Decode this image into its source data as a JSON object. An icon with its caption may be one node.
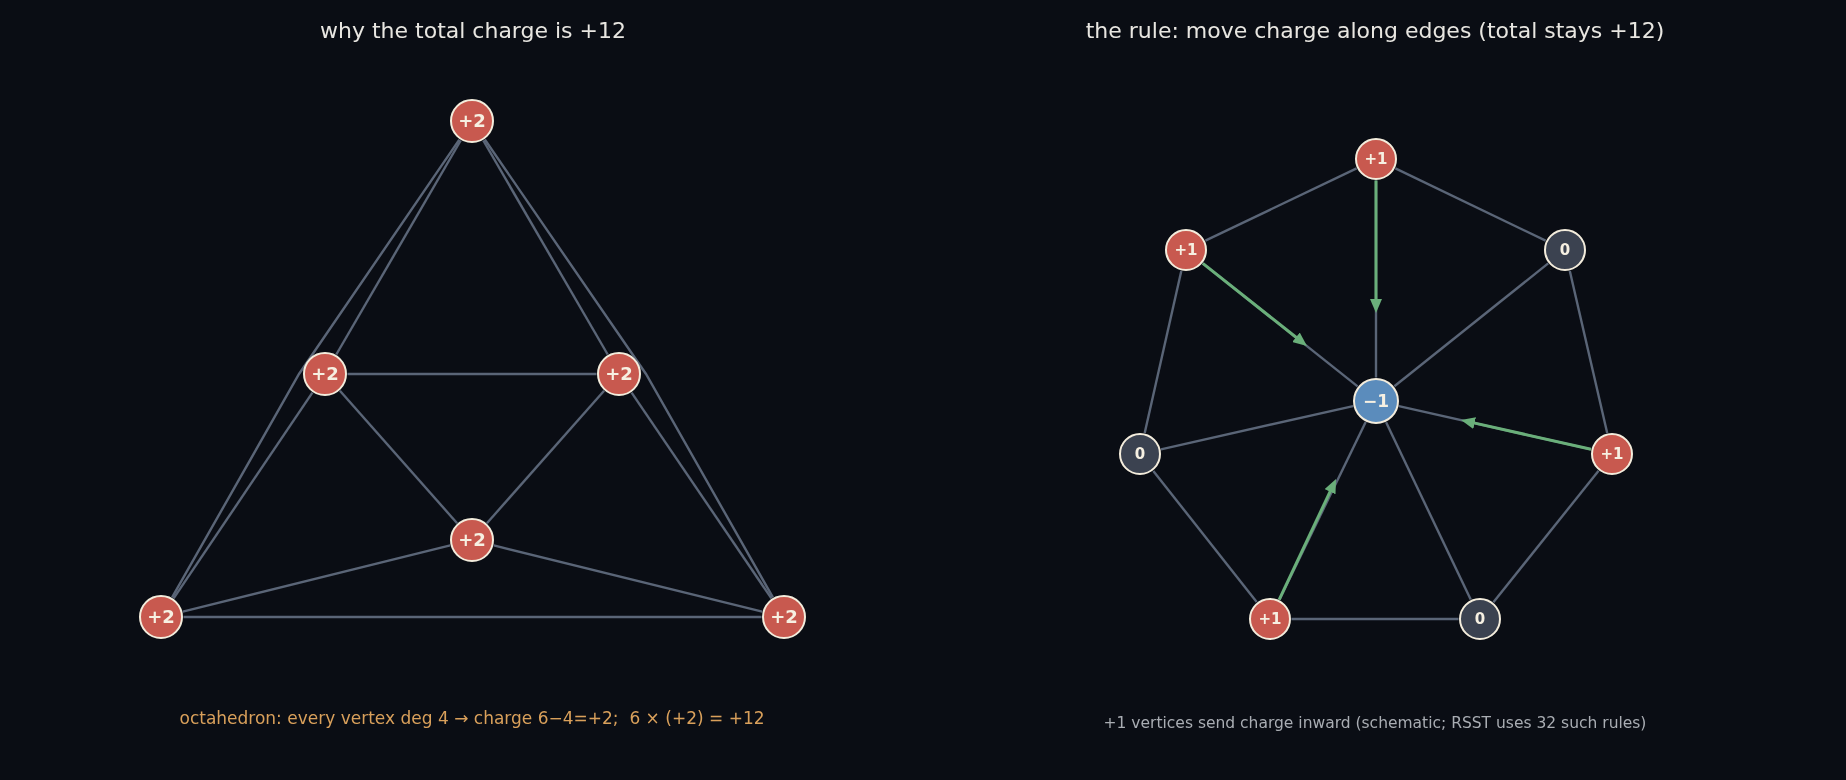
{
  "diagram": {
    "nodes": [
      {
        "text": [
          "+2"
        ]
      },
      {
        "text": [
          "+2"
        ]
      },
      {
        "text": [
          "+2"
        ]
      },
      {
        "text": [
          "+2"
        ]
      },
      {
        "text": [
          "+2"
        ]
      },
      {
        "text": [
          "+2"
        ]
      },
      {
        "text": [
          "+1"
        ]
      },
      {
        "text": [
          "+1"
        ]
      },
      {
        "text": [
          "0"
        ]
      },
      {
        "text": [
          "−1"
        ]
      },
      {
        "text": [
          "0"
        ]
      },
      {
        "text": [
          "+1"
        ]
      },
      {
        "text": [
          "+1"
        ]
      },
      {
        "text": [
          "0"
        ]
      }
    ],
    "edges": [
      {
        "from": 0,
        "to": 1,
        "arrow": "none"
      },
      {
        "from": 0,
        "to": 2,
        "arrow": "none"
      },
      {
        "from": 0,
        "to": 4,
        "arrow": "none"
      },
      {
        "from": 0,
        "to": 5,
        "arrow": "none"
      },
      {
        "from": 1,
        "to": 2,
        "arrow": "none"
      },
      {
        "from": 1,
        "to": 3,
        "arrow": "none"
      },
      {
        "from": 2,
        "to": 3,
        "arrow": "none"
      },
      {
        "from": 1,
        "to": 4,
        "arrow": "none"
      },
      {
        "from": 2,
        "to": 5,
        "arrow": "none"
      },
      {
        "from": 3,
        "to": 4,
        "arrow": "none"
      },
      {
        "from": 3,
        "to": 5,
        "arrow": "none"
      },
      {
        "from": 4,
        "to": 5,
        "arrow": "none"
      },
      {
        "from": 6,
        "to": 7,
        "arrow": "none"
      },
      {
        "from": 6,
        "to": 8,
        "arrow": "none"
      },
      {
        "from": 7,
        "to": 10,
        "arrow": "none"
      },
      {
        "from": 8,
        "to": 11,
        "arrow": "none"
      },
      {
        "from": 10,
        "to": 12,
        "arrow": "none"
      },
      {
        "from": 11,
        "to": 13,
        "arrow": "none"
      },
      {
        "from": 12,
        "to": 13,
        "arrow": "none"
      },
      {
        "from": 6,
        "to": 9,
        "arrow": "none"
      },
      {
        "from": 7,
        "to": 9,
        "arrow": "none"
      },
      {
        "from": 8,
        "to": 9,
        "arrow": "none"
      },
      {
        "from": 10,
        "to": 9,
        "arrow": "none"
      },
      {
        "from": 11,
        "to": 9,
        "arrow": "none"
      },
      {
        "from": 12,
        "to": 9,
        "arrow": "none"
      },
      {
        "from": 13,
        "to": 9,
        "arrow": "none"
      },
      {
        "from": 6,
        "to": null,
        "arrow": "to",
        "color": "#6aaf7a"
      },
      {
        "from": 7,
        "to": null,
        "arrow": "to",
        "color": "#6aaf7a"
      },
      {
        "from": 11,
        "to": null,
        "arrow": "to",
        "color": "#6aaf7a"
      },
      {
        "from": 12,
        "to": null,
        "arrow": "to",
        "color": "#6aaf7a"
      }
    ],
    "labels": [
      "why the total charge is +12",
      "the rule: move charge along edges (total stays +12)",
      "octahedron: every vertex deg 4 → charge 6−4=+2;  6 × (+2) = +12",
      "+1 vertices send charge inward (schematic; RSST uses 32 such rules)"
    ]
  }
}
